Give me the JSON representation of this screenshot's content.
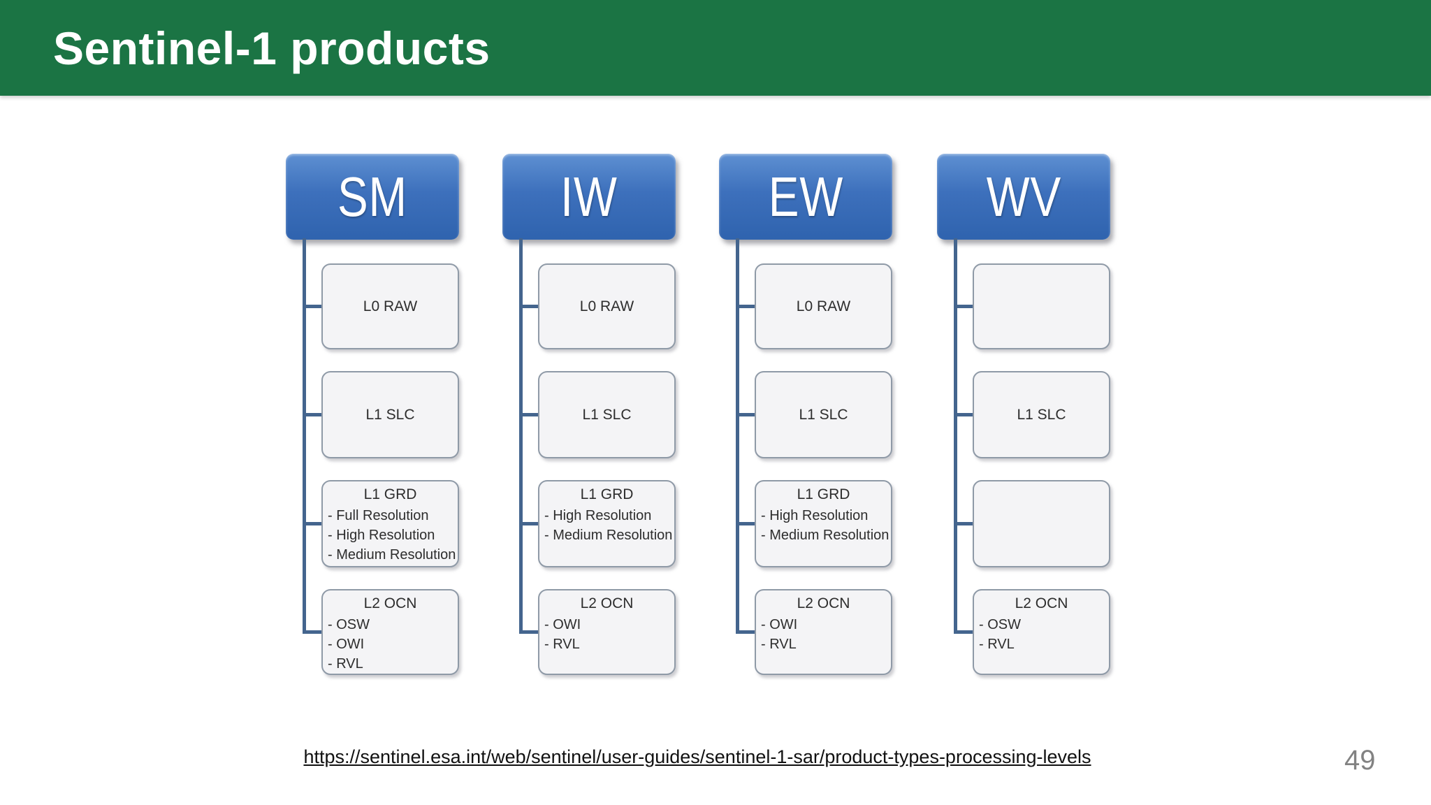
{
  "slide": {
    "header": {
      "title": "Sentinel-1 products"
    },
    "footer": {
      "source_url": "https://sentinel.esa.int/web/sentinel/user-guides/sentinel-1-sar/product-types-processing-levels",
      "page_number": "49"
    }
  },
  "diagram": {
    "columns": [
      {
        "mode": "SM",
        "products": [
          {
            "title": "L0 RAW",
            "items": []
          },
          {
            "title": "L1 SLC",
            "items": []
          },
          {
            "title": "L1 GRD",
            "items": [
              "- Full Resolution",
              "- High Resolution",
              "- Medium Resolution"
            ]
          },
          {
            "title": "L2 OCN",
            "items": [
              "- OSW",
              "- OWI",
              "- RVL"
            ]
          }
        ]
      },
      {
        "mode": "IW",
        "products": [
          {
            "title": "L0 RAW",
            "items": []
          },
          {
            "title": "L1 SLC",
            "items": []
          },
          {
            "title": "L1 GRD",
            "items": [
              "- High Resolution",
              "- Medium Resolution"
            ]
          },
          {
            "title": "L2 OCN",
            "items": [
              "- OWI",
              "- RVL"
            ]
          }
        ]
      },
      {
        "mode": "EW",
        "products": [
          {
            "title": "L0 RAW",
            "items": []
          },
          {
            "title": "L1 SLC",
            "items": []
          },
          {
            "title": "L1 GRD",
            "items": [
              "- High Resolution",
              "- Medium Resolution"
            ]
          },
          {
            "title": "L2 OCN",
            "items": [
              "- OWI",
              "- RVL"
            ]
          }
        ]
      },
      {
        "mode": "WV",
        "products": [
          {
            "title": "",
            "items": []
          },
          {
            "title": "L1 SLC",
            "items": []
          },
          {
            "title": "",
            "items": []
          },
          {
            "title": "L2 OCN",
            "items": [
              "- OSW",
              "- RVL"
            ]
          }
        ]
      }
    ]
  },
  "colors": {
    "header_green": "#1b7444",
    "mode_box_blue": "#3a6cb8",
    "connector_blue": "#44658e",
    "product_box_fill": "#f4f4f6",
    "product_box_border": "#8f9aa7",
    "page_number_gray": "#828282"
  }
}
